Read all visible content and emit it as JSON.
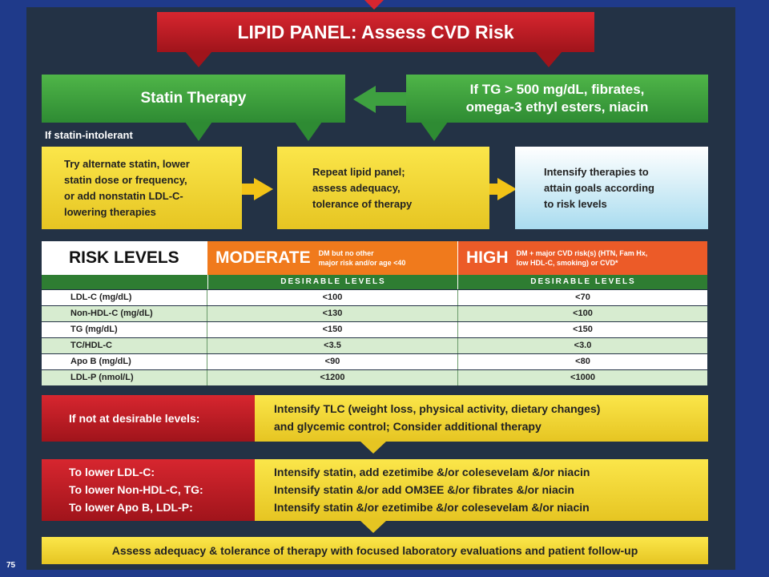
{
  "title": "LIPID PANEL: Assess CVD Risk",
  "statin": "Statin Therapy",
  "tg_box": [
    "If TG > 500 mg/dL, fibrates,",
    "omega-3 ethyl esters, niacin"
  ],
  "intolerant_label": "If statin-intolerant",
  "alt_statin": [
    "Try alternate statin, lower",
    "statin dose or frequency,",
    "or add nonstatin LDL-C-",
    "lowering therapies"
  ],
  "repeat": [
    "Repeat lipid panel;",
    "assess adequacy,",
    "tolerance of therapy"
  ],
  "intensify": [
    "Intensify therapies to",
    "attain goals according",
    "to risk levels"
  ],
  "risk": {
    "heading": "RISK LEVELS",
    "moderate": "MODERATE",
    "moderate_note": [
      "DM but no other",
      "major risk and/or age <40"
    ],
    "high": "HIGH",
    "high_note": [
      "DM + major CVD risk(s) (HTN, Fam Hx,",
      "low HDL-C, smoking) or CVD*"
    ],
    "desirable": "DESIRABLE LEVELS",
    "rows": [
      {
        "label": "LDL-C (mg/dL)",
        "moderate": "<100",
        "high": "<70"
      },
      {
        "label": "Non-HDL-C (mg/dL)",
        "moderate": "<130",
        "high": "<100"
      },
      {
        "label": "TG (mg/dL)",
        "moderate": "<150",
        "high": "<150"
      },
      {
        "label": "TC/HDL-C",
        "moderate": "<3.5",
        "high": "<3.0"
      },
      {
        "label": "Apo B (mg/dL)",
        "moderate": "<90",
        "high": "<80"
      },
      {
        "label": "LDL-P (nmol/L)",
        "moderate": "<1200",
        "high": "<1000"
      }
    ]
  },
  "not_desirable": {
    "label": "If not at desirable levels:",
    "text": [
      "Intensify TLC (weight loss, physical activity, dietary changes)",
      "and glycemic control; Consider additional therapy"
    ]
  },
  "lower": {
    "labels": [
      "To lower LDL-C:",
      "To lower Non-HDL-C, TG:",
      "To lower Apo B, LDL-P:"
    ],
    "actions": [
      "Intensify statin, add ezetimibe &/or colesevelam &/or niacin",
      "Intensify statin &/or add OM3EE &/or fibrates &/or niacin",
      "Intensify statin &/or ezetimibe &/or colesevelam &/or niacin"
    ]
  },
  "assess": "Assess adequacy & tolerance of therapy with focused laboratory evaluations and patient follow-up",
  "slide_number": "75"
}
